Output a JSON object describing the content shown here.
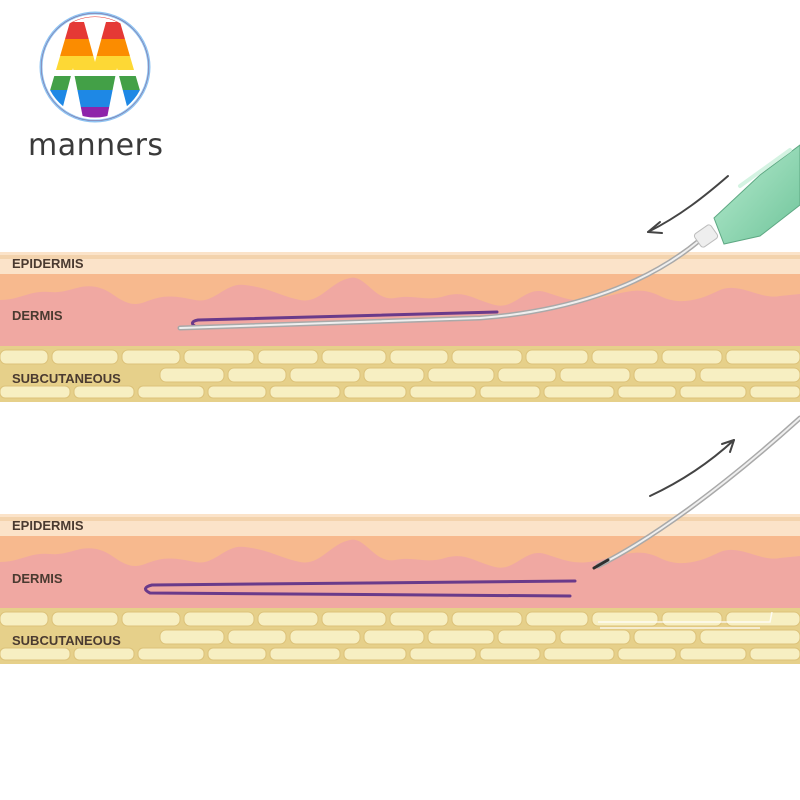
{
  "brand": {
    "name": "manners",
    "logo_icon": "rainbow-double-a-logo",
    "ring_colors": [
      "#e53935",
      "#fb8c00",
      "#fdd835",
      "#43a047",
      "#1e88e5",
      "#8e24aa"
    ]
  },
  "panels": [
    {
      "labels": {
        "epidermis": "EPIDERMIS",
        "dermis": "DERMIS",
        "subcutaneous": "SUBCUTANEOUS"
      },
      "step": "needle-inserting",
      "arrow_direction": "down-left"
    },
    {
      "labels": {
        "epidermis": "EPIDERMIS",
        "dermis": "DERMIS",
        "subcutaneous": "SUBCUTANEOUS"
      },
      "step": "needle-withdrawing",
      "arrow_direction": "up-right"
    }
  ],
  "colors": {
    "epidermis": "#f6c9a0",
    "dermis": "#f0a8a2",
    "dermis_wave": "#f7b98e",
    "subcutaneous_bg": "#e6d08a",
    "fat_cell": "#f7efc2",
    "thread": "#6a3a8a",
    "needle": "#c9c9c9",
    "syringe_hub": "#8fd6b0"
  }
}
